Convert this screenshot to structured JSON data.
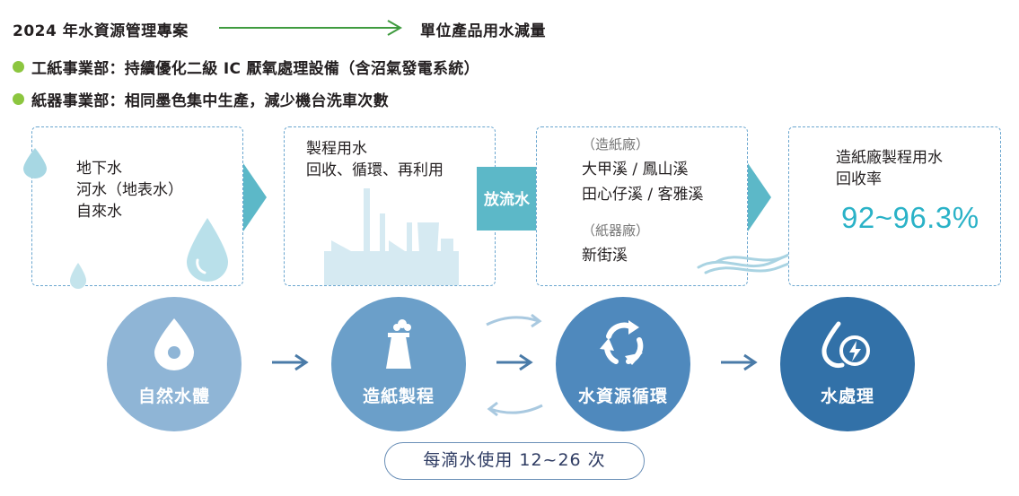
{
  "header": {
    "title": "2024 年水資源管理專案",
    "target": "單位產品用水減量"
  },
  "bullets": [
    {
      "text": "工紙事業部：持續優化二級 IC 厭氧處理設備（含沼氣發電系統）"
    },
    {
      "text": "紙器事業部：相同墨色集中生產，減少機台洗車次數"
    }
  ],
  "boxes": {
    "sources": {
      "lines": [
        "地下水",
        "河水（地表水）",
        "自來水"
      ]
    },
    "process": {
      "lines": [
        "製程用水",
        "回收、循環、再利用"
      ]
    },
    "discharge_label": "放流水",
    "rivers": {
      "paper_mill_tag": "（造紙廠）",
      "paper_mill_lines": [
        "大甲溪 / 鳳山溪",
        "田心仔溪 / 客雅溪"
      ],
      "container_mill_tag": "（紙器廠）",
      "container_mill_lines": [
        "新街溪"
      ]
    },
    "recovery": {
      "lines": [
        "造紙廠製程用水",
        "回收率"
      ],
      "rate": "92~96.3%"
    }
  },
  "circles": [
    {
      "label": "自然水體",
      "icon": "water-drop-icon"
    },
    {
      "label": "造紙製程",
      "icon": "factory-chimney-icon"
    },
    {
      "label": "水資源循環",
      "icon": "recycle-arrows-icon"
    },
    {
      "label": "水處理",
      "icon": "water-treatment-icon"
    }
  ],
  "usage_pill": "每滴水使用 12~26 次",
  "colors": {
    "green_bullet": "#8cc63f",
    "green_arrow": "#3f9b3f",
    "dashed_border": "#6aa6cf",
    "teal_arrow": "#5cb8c8",
    "rate_text": "#2ab2c7",
    "circle1": "#8fb5d6",
    "circle2": "#6b9fc9",
    "circle3": "#4f89bd",
    "circle4": "#3271a8",
    "flow_arrow": "#4a7ba8"
  }
}
